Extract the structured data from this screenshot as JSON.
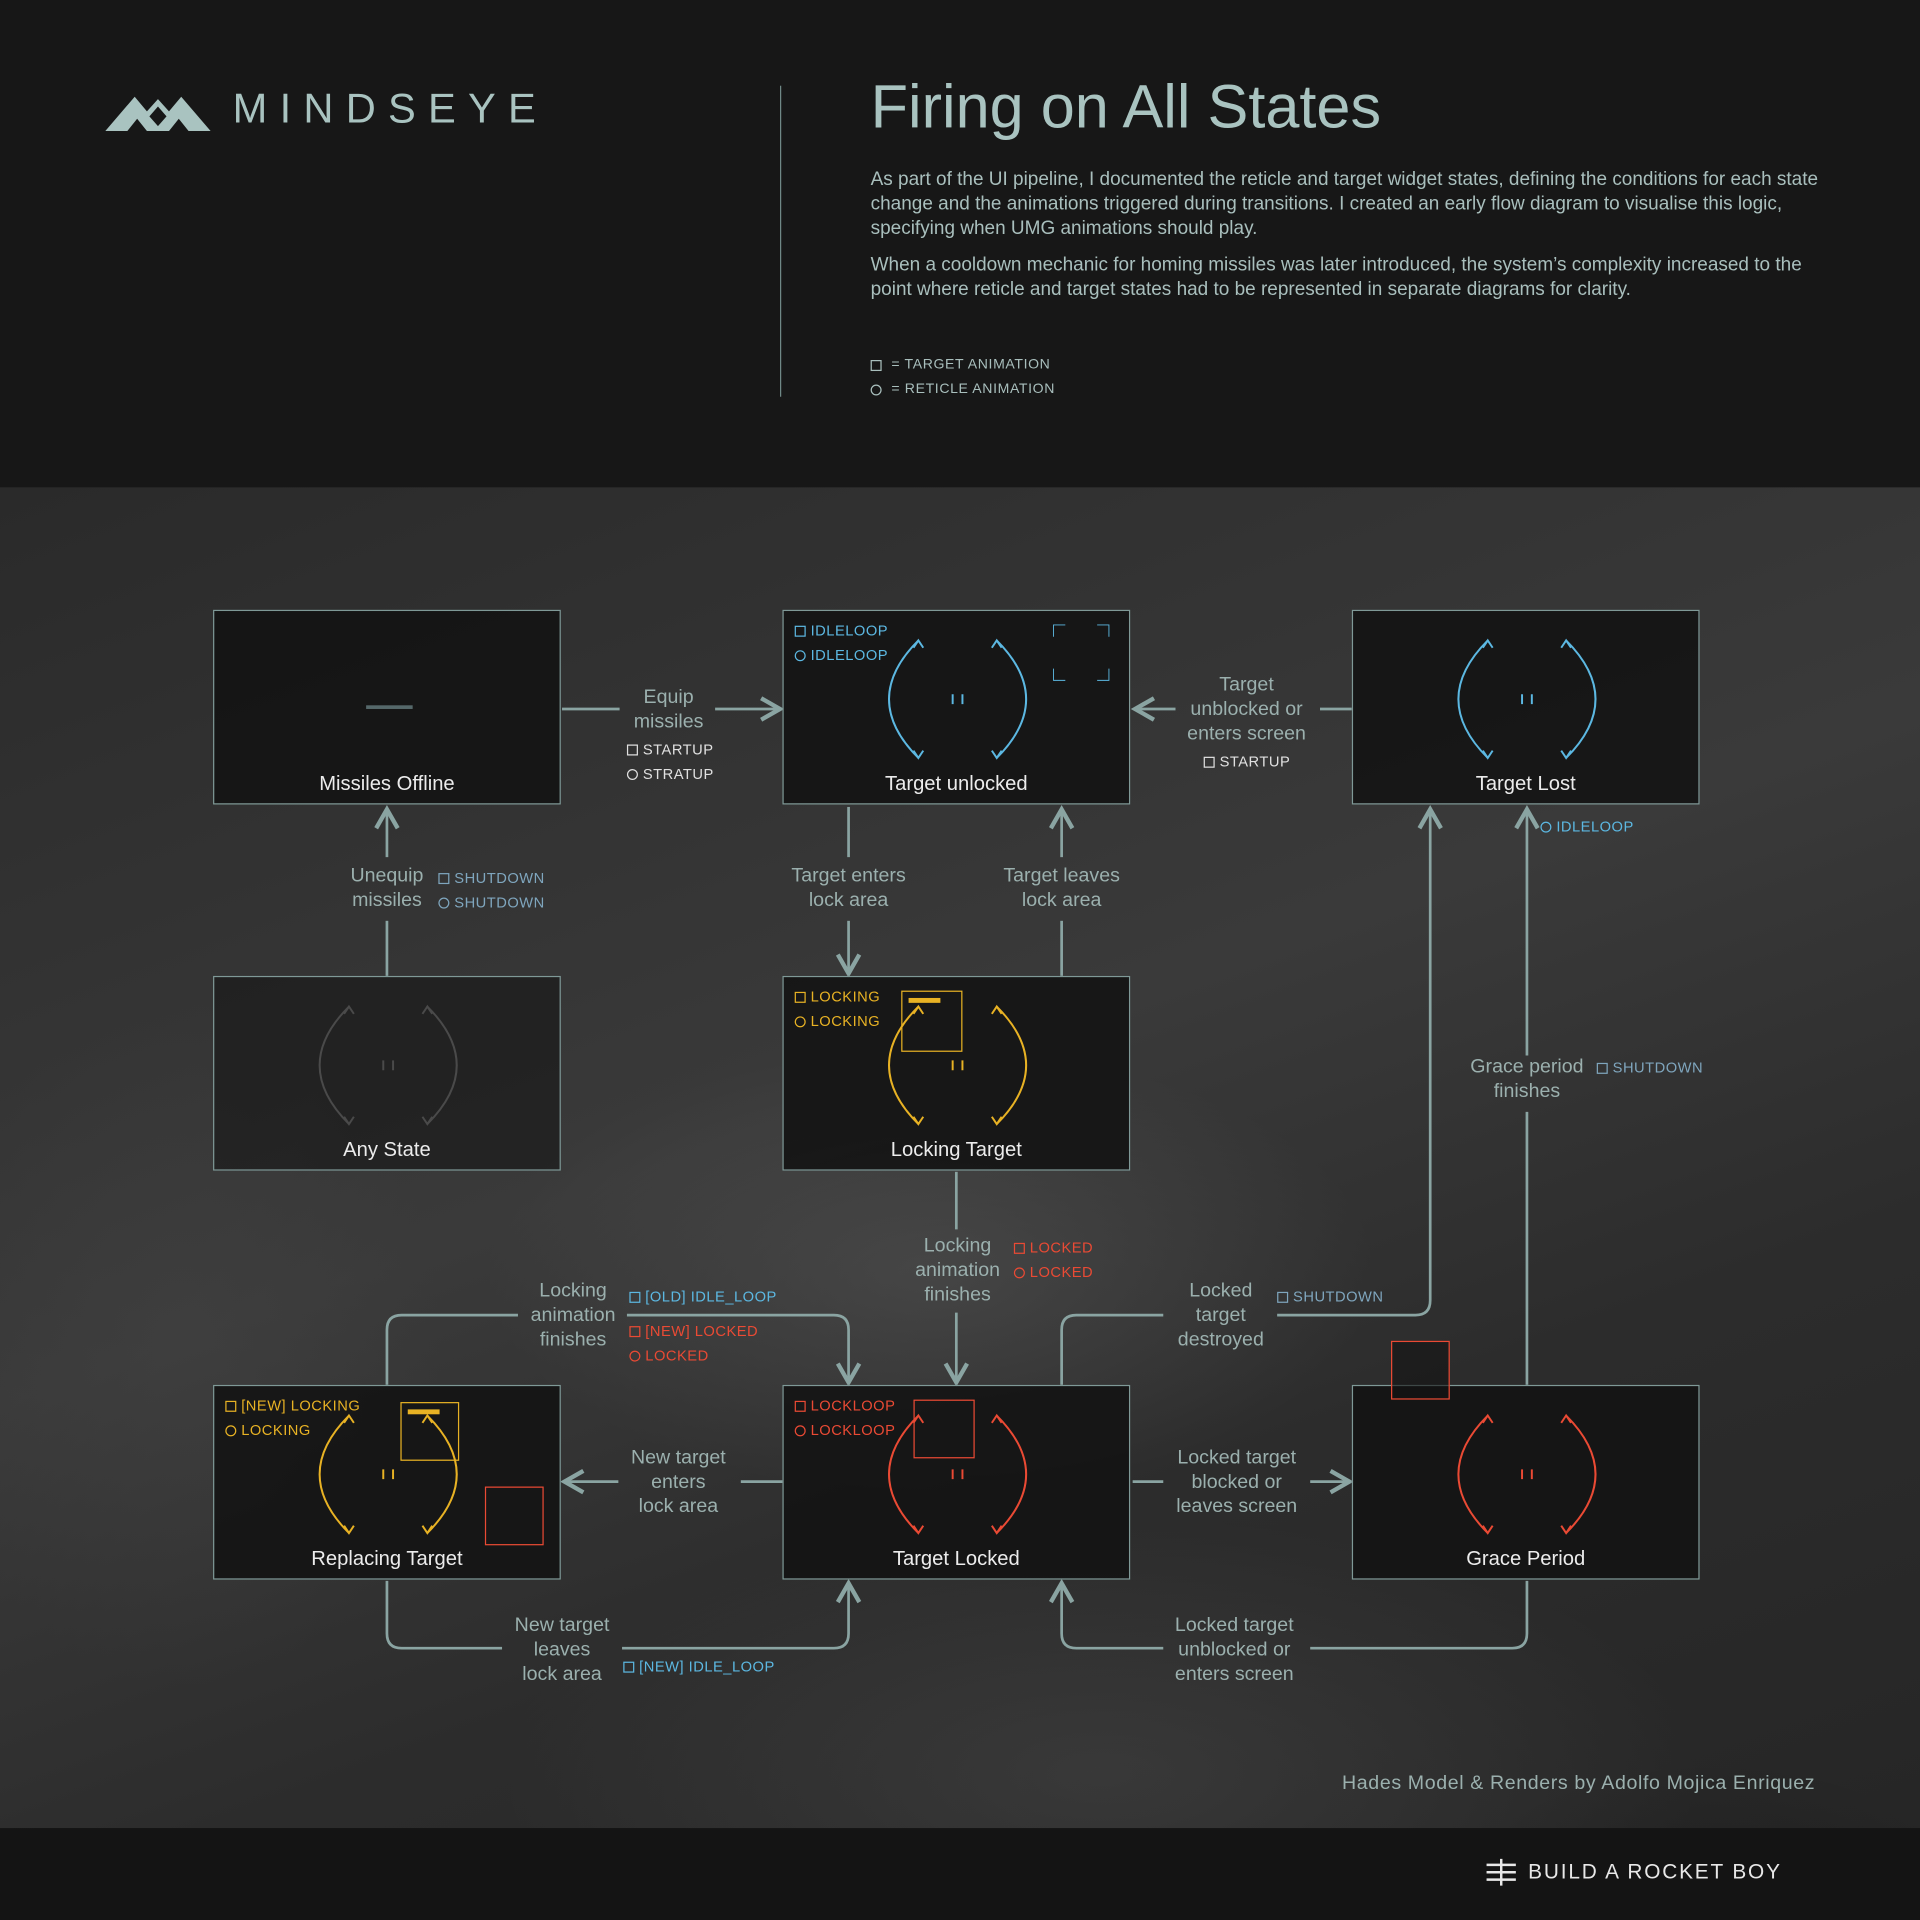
{
  "header": {
    "logo_text": "MINDSEYE",
    "title": "Firing on All States",
    "paragraphs": [
      "As part of the UI pipeline, I documented the reticle and target widget states, defining the conditions for each state change and the animations triggered during transitions. I created an early flow diagram to visualise this logic, specifying when UMG animations should play.",
      "When a cooldown mechanic for homing missiles was later introduced, the system’s complexity increased to the point where reticle and target states had to be represented in separate diagrams for clarity."
    ],
    "legend": [
      "= TARGET ANIMATION",
      "= RETICLE ANIMATION"
    ]
  },
  "colors": {
    "blue": "#5cb8e2",
    "yellow": "#e8b224",
    "red": "#ea4a34",
    "line": "#8aa4a2"
  },
  "states": [
    {
      "name": "Missiles Offline",
      "tags": []
    },
    {
      "name": "Target unlocked",
      "tags": [
        "IDLELOOP",
        "IDLELOOP"
      ]
    },
    {
      "name": "Target Lost",
      "tags": []
    },
    {
      "name": "Any State",
      "tags": []
    },
    {
      "name": "Locking Target",
      "tags": [
        "LOCKING",
        "LOCKING"
      ]
    },
    {
      "name": "Replacing Target",
      "tags": [
        "[NEW] LOCKING",
        "LOCKING"
      ]
    },
    {
      "name": "Target Locked",
      "tags": [
        "LOCKLOOP",
        "LOCKLOOP"
      ]
    },
    {
      "name": "Grace Period",
      "tags": []
    }
  ],
  "transitions": {
    "equip": {
      "label": "Equip\nmissiles",
      "tags": [
        "STARTUP",
        "STRATUP"
      ]
    },
    "unblocked": {
      "label": "Target\nunblocked or\nenters screen",
      "tags": [
        "STARTUP"
      ]
    },
    "lost_idle": {
      "tags": [
        "IDLELOOP"
      ]
    },
    "unequip": {
      "label": "Unequip\nmissiles",
      "tags": [
        "SHUTDOWN",
        "SHUTDOWN"
      ]
    },
    "enters": {
      "label": "Target enters\nlock area"
    },
    "leaves": {
      "label": "Target leaves\nlock area"
    },
    "grace": {
      "label": "Grace period\nfinishes",
      "tags": [
        "SHUTDOWN"
      ]
    },
    "lock_finish": {
      "label": "Locking\nanimation\nfinishes",
      "tags": [
        "LOCKED",
        "LOCKED"
      ]
    },
    "replace_finish": {
      "label": "Locking\nanimation\nfinishes",
      "tags": [
        "[OLD] IDLE_LOOP",
        "[NEW] LOCKED",
        "LOCKED"
      ]
    },
    "destroyed": {
      "label": "Locked\ntarget\ndestroyed",
      "tags": [
        "SHUTDOWN"
      ]
    },
    "new_enters": {
      "label": "New target\nenters\nlock area"
    },
    "blocked": {
      "label": "Locked target\nblocked or\nleaves screen"
    },
    "new_leaves": {
      "label": "New target\nleaves\nlock area",
      "tags": [
        "[NEW] IDLE_LOOP"
      ]
    },
    "locked_unblocked": {
      "label": "Locked target\nunblocked or\nenters screen"
    }
  },
  "credit": "Hades Model & Renders by Adolfo Mojica Enriquez",
  "brand": "BUILD A ROCKET BOY"
}
